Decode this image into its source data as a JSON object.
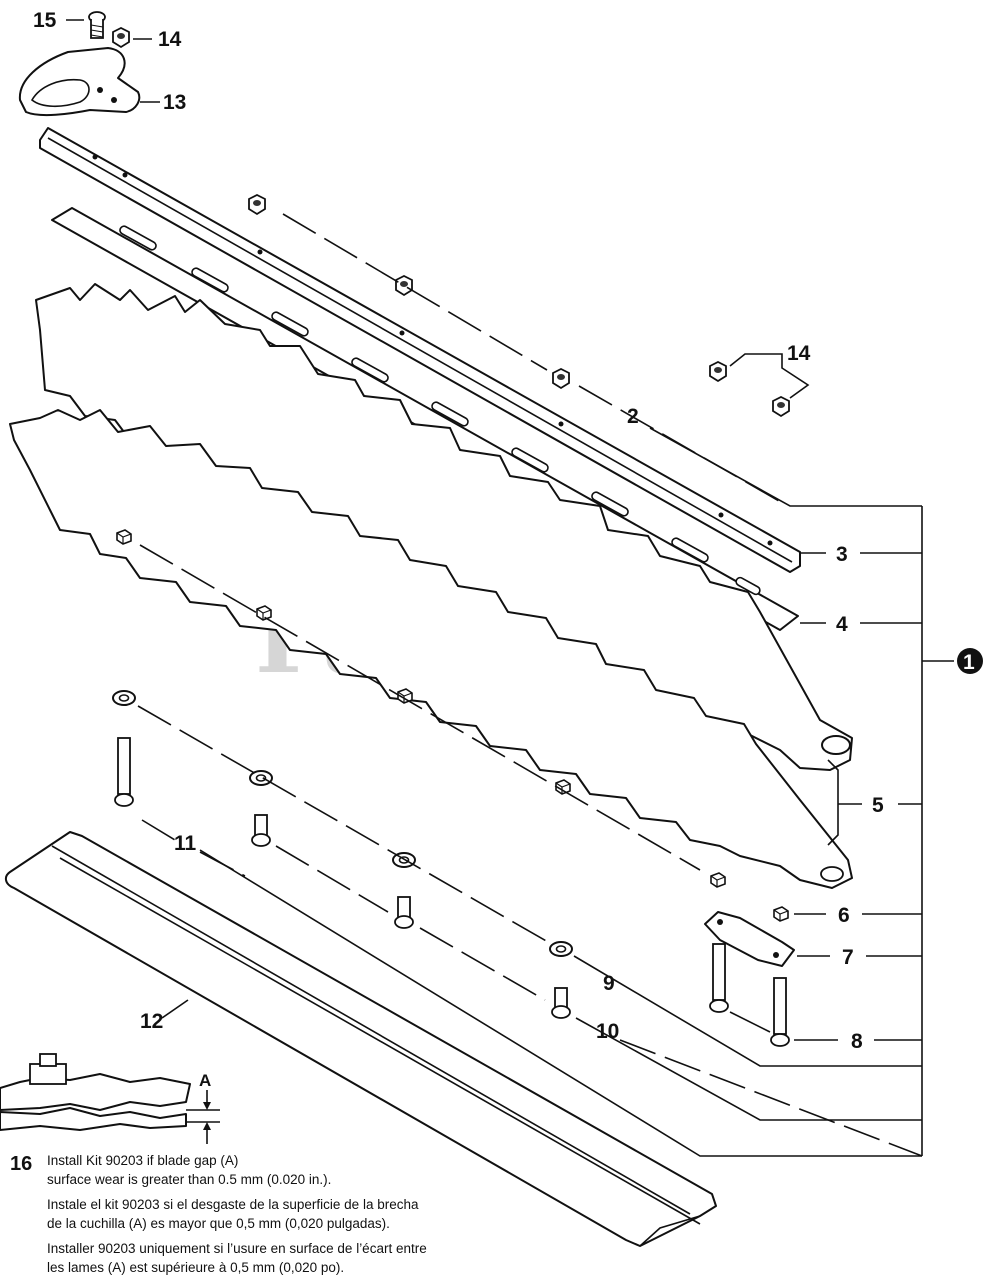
{
  "watermark": "PartsTree",
  "callouts": {
    "c1": "1",
    "c2": "2",
    "c3": "3",
    "c4": "4",
    "c5": "5",
    "c6": "6",
    "c7": "7",
    "c8": "8",
    "c9": "9",
    "c10": "10",
    "c11": "11",
    "c12": "12",
    "c13": "13",
    "c14_top": "14",
    "c14_right": "14",
    "c15": "15",
    "c16": "16"
  },
  "gap_label": "A",
  "install_note": {
    "en_line1": "Install Kit 90203 if blade gap (A)",
    "en_line2": "surface wear is greater than 0.5 mm (0.020 in.).",
    "es_line1": "Instale el kit 90203 si el desgaste de la superficie de la brecha",
    "es_line2": "de la cuchilla (A) es mayor que 0,5 mm (0,020 pulgadas).",
    "fr_line1": "Installer 90203 uniquement si l’usure en surface de l’écart entre",
    "fr_line2": "les lames (A) est supérieure à 0,5 mm (0,020 po)."
  }
}
